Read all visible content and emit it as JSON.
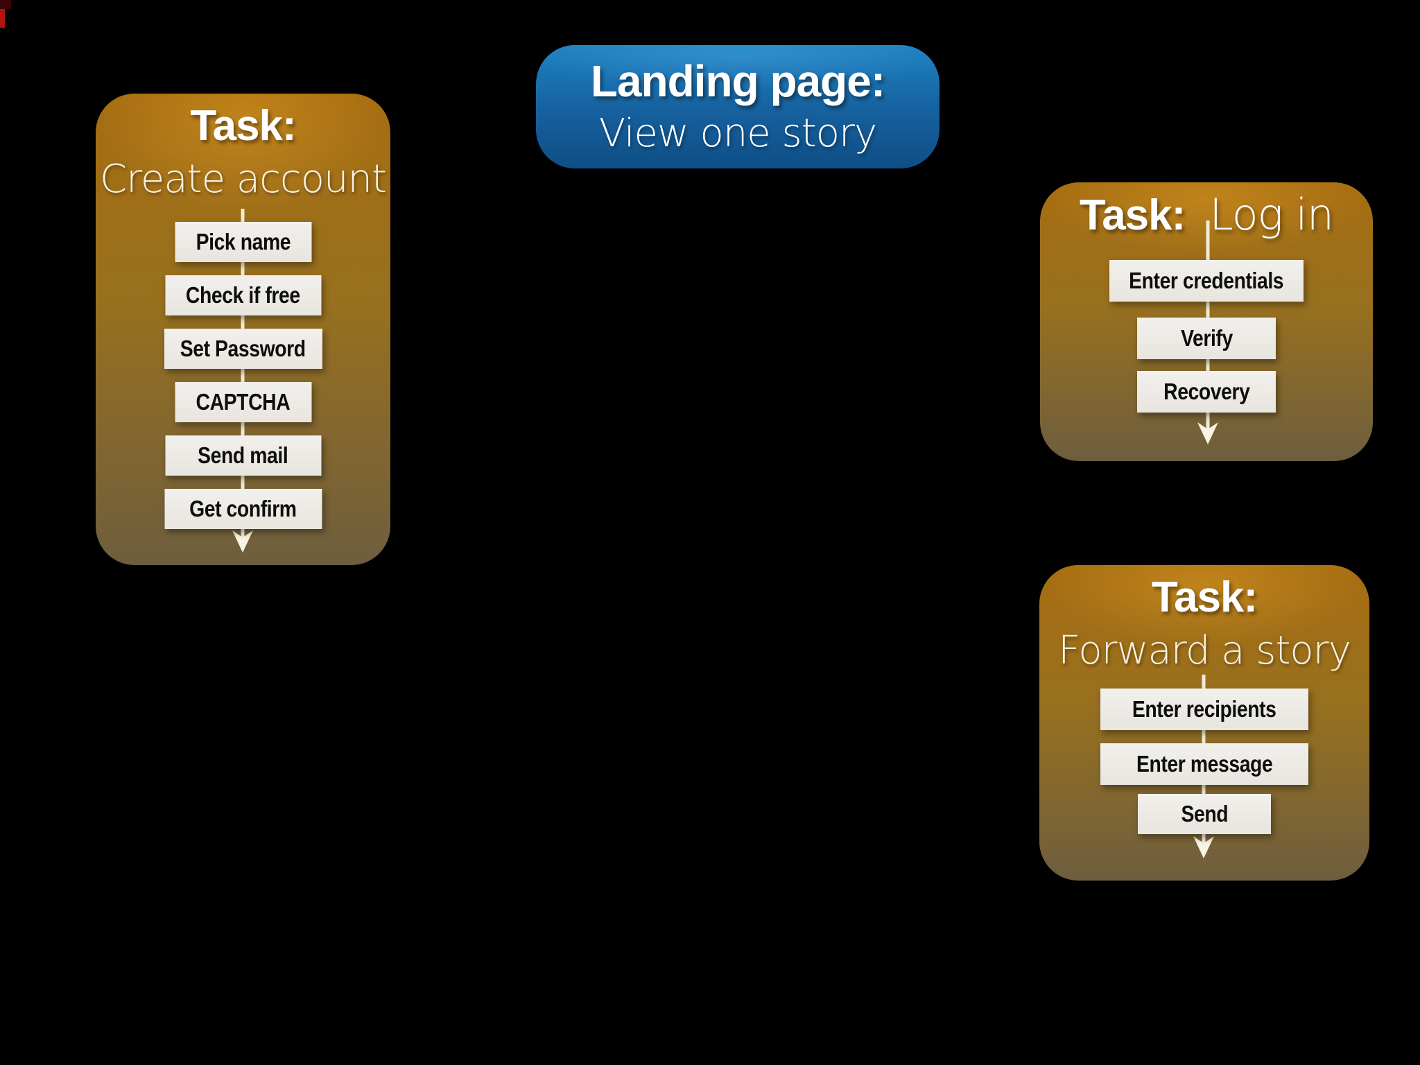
{
  "decorations": {
    "corner_mark_color": "#b31312",
    "corner_mark_dark_color": "#3a0505"
  },
  "landing_page": {
    "title": "Landing page:",
    "subtitle": "View one story",
    "bg_top_color": "#1e82c2",
    "bg_bottom_color": "#0f4e85",
    "text_color": "#ffffff"
  },
  "task_style": {
    "bg_top_color": "#a76d11",
    "bg_bottom_color": "#6e5e3e",
    "step_bg_color": "#edebe6",
    "step_text_color": "#0e0e0e",
    "connector_color": "#f2ecd7",
    "heading_text_color": "#ffffff",
    "subtitle_text_color": "#f6f1e2"
  },
  "tasks": [
    {
      "id": "create-account",
      "heading": "Task:",
      "subtitle": "Create account",
      "steps": [
        "Pick name",
        "Check if free",
        "Set Password",
        "CAPTCHA",
        "Send mail",
        "Get confirm"
      ]
    },
    {
      "id": "log-in",
      "heading": "Task:",
      "subtitle": "Log in",
      "steps": [
        "Enter credentials",
        "Verify",
        "Recovery"
      ]
    },
    {
      "id": "forward-story",
      "heading": "Task:",
      "subtitle": "Forward a story",
      "steps": [
        "Enter recipients",
        "Enter message",
        "Send"
      ]
    }
  ]
}
